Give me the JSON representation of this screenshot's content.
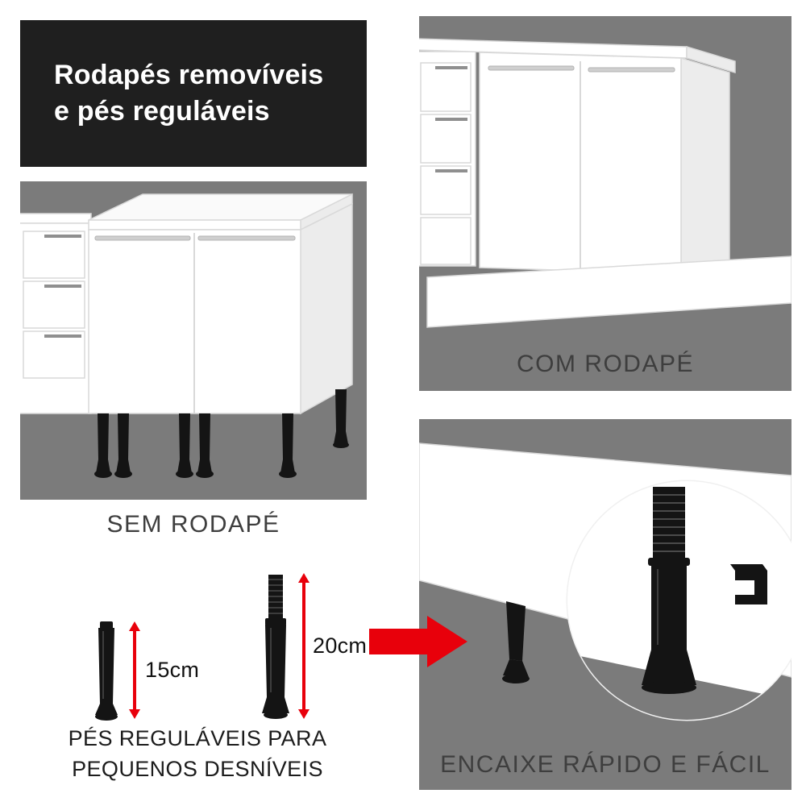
{
  "colors": {
    "title_bg": "#1f1f1f",
    "title_text": "#ffffff",
    "panel_gray": "#7b7b7b",
    "caption_text": "#3e3e3e",
    "feet_caption_text": "#1c1c1c",
    "accent_red": "#e8000b",
    "foot_black": "#141414",
    "cabinet_white": "#ffffff",
    "cabinet_line": "#d9d9d9"
  },
  "title": {
    "line1": "Rodapés removíveis",
    "line2": "e pés reguláveis"
  },
  "panels": {
    "com_rodape": {
      "caption": "COM RODAPÉ"
    },
    "sem_rodape": {
      "caption": "SEM RODAPÉ"
    },
    "encaixe": {
      "caption": "ENCAIXE RÁPIDO E FÁCIL"
    }
  },
  "feet_info": {
    "short_foot_label": "15cm",
    "tall_foot_label": "20cm",
    "caption_line1": "PÉS REGULÁVEIS PARA",
    "caption_line2": "PEQUENOS DESNÍVEIS"
  }
}
